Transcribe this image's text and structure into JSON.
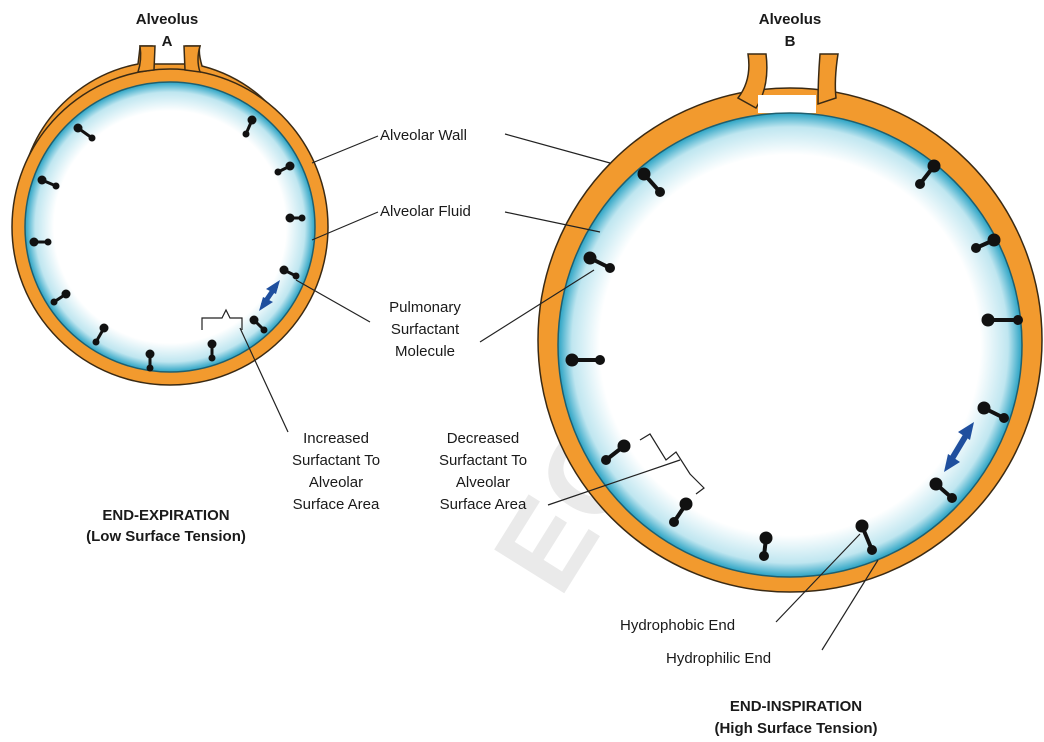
{
  "alveolus_a": {
    "title_line1": "Alveolus",
    "title_line2": "A"
  },
  "alveolus_b": {
    "title_line1": "Alveolus",
    "title_line2": "B"
  },
  "labels": {
    "alveolar_wall": "Alveolar Wall",
    "alveolar_fluid": "Alveolar Fluid",
    "surfactant_molecule": [
      "Pulmonary",
      "Surfactant",
      "Molecule"
    ],
    "increased": [
      "Increased",
      "Surfactant To",
      "Alveolar",
      "Surface Area"
    ],
    "decreased": [
      "Decreased",
      "Surfactant To",
      "Alveolar",
      "Surface Area"
    ],
    "hydrophobic_end": "Hydrophobic End",
    "hydrophilic_end": "Hydrophilic End"
  },
  "captions": {
    "end_expiration": "END-EXPIRATION",
    "end_expiration_sub": "(Low Surface Tension)",
    "end_inspiration": "END-INSPIRATION",
    "end_inspiration_sub": "(High Surface Tension)"
  },
  "watermark": "EOM MY",
  "colors": {
    "wall": "#f29a2e",
    "wall_outline": "#3a2a14",
    "fluid_edge": "#2aa3c4",
    "fluid_center": "#ffffff",
    "molecule": "#111111",
    "arrow": "#1f4f9e"
  }
}
